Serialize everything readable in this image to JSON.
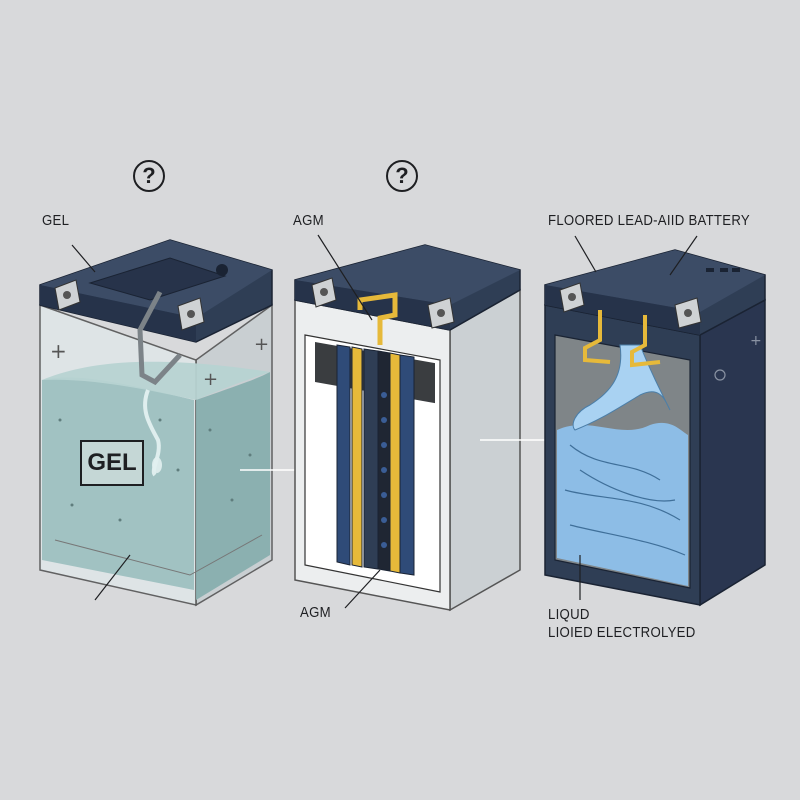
{
  "question_marks": [
    "?",
    "?"
  ],
  "batteries": [
    {
      "id": "gel",
      "label": "GEL",
      "inner_label": "GEL"
    },
    {
      "id": "agm",
      "label_top": "AGM",
      "label_bottom": "AGM"
    },
    {
      "id": "flooded",
      "label": "FLOORED LEAD-AIID BATTERY",
      "bottom_line1": "LIQUD",
      "bottom_line2": "LIOIED ELECTROLYED"
    }
  ],
  "colors": {
    "background": "#d8d9db",
    "lid": "#2f3e55",
    "gel": "#9dc0c0",
    "agm_plate": "#e6b93a",
    "flooded_liquid": "#8dbde6"
  }
}
